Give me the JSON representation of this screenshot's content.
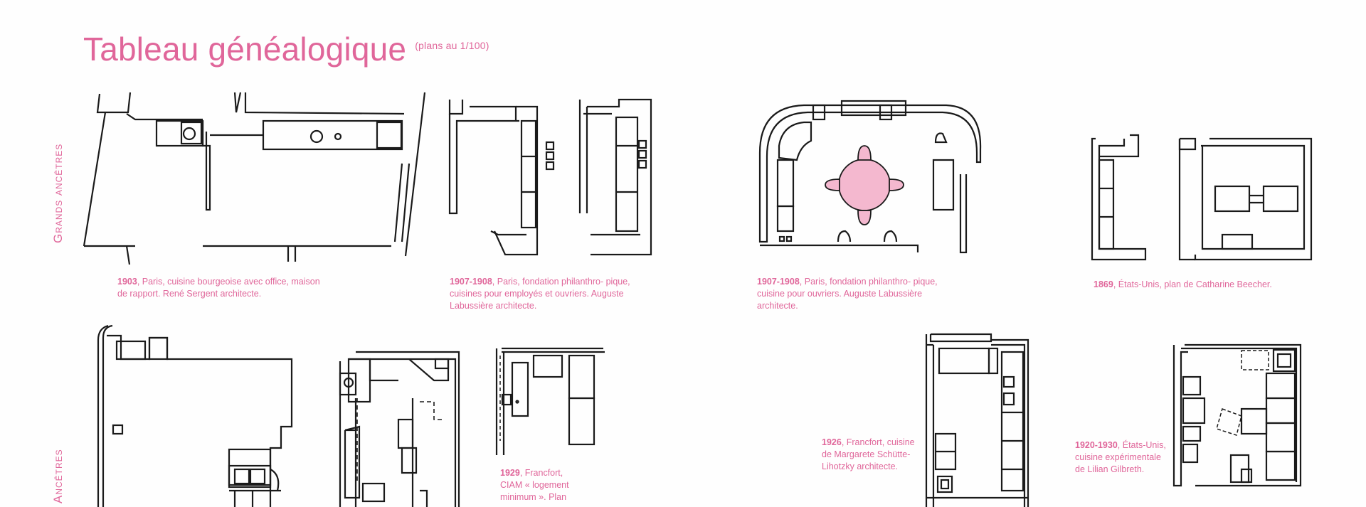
{
  "header": {
    "title": "Tableau généalogique",
    "subtitle": "(plans au 1/100)"
  },
  "sections": {
    "grands": "Grands ancêtres",
    "ancetres": "Ancêtres"
  },
  "captions": [
    {
      "year": "1903",
      "rest": ", Paris, cuisine bourgeoise avec office, maison de rapport. René Sergent architecte."
    },
    {
      "year": "1907-1908",
      "rest": ", Paris, fondation philanthro- pique, cuisines pour employés et ouvriers. Auguste Labussière architecte."
    },
    {
      "year": "1907-1908",
      "rest": ", Paris, fondation philanthro- pique, cuisine pour ouvriers. Auguste Labussière architecte."
    },
    {
      "year": "1869",
      "rest": ", États-Unis, plan de Catharine Beecher."
    },
    {
      "year": "1929",
      "rest": ", Francfort, CIAM « logement minimum ». Plan"
    },
    {
      "year": "1926",
      "rest": ", Francfort, cuisine de Margarete Schütte-Lihotzky architecte."
    },
    {
      "year": "1920-1930",
      "rest": ", États-Unis, cuisine expérimentale de Lilian Gilbreth."
    }
  ],
  "colors": {
    "accent": "#e0669a",
    "ink": "#1a1a1a",
    "table_fill": "#f4b8cf"
  }
}
